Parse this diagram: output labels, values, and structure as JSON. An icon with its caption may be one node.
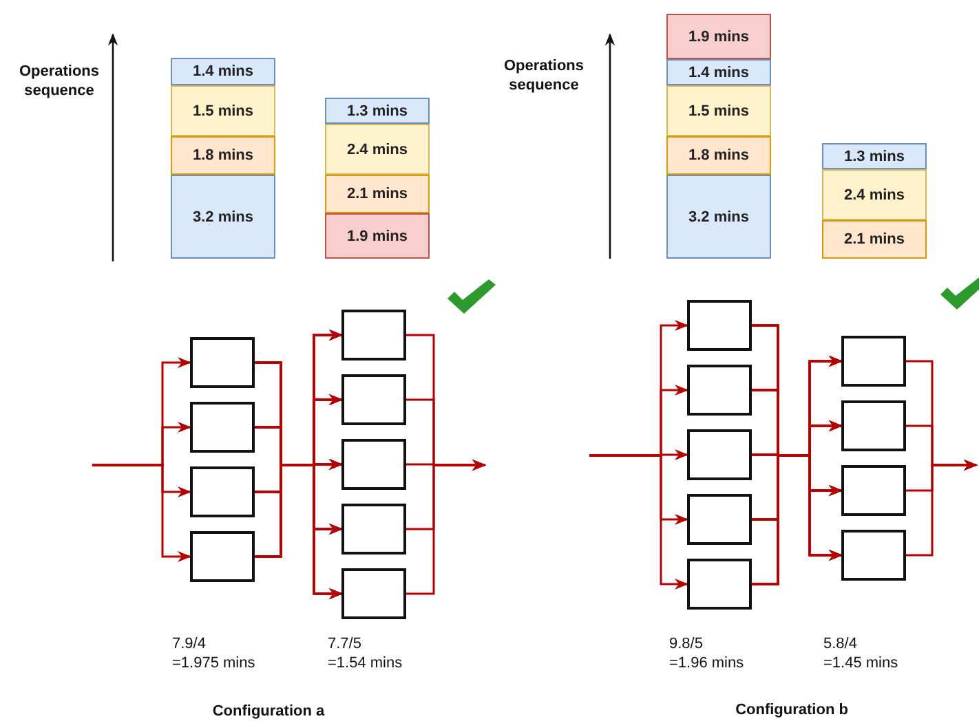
{
  "diagram": {
    "nodes": [
      {
        "text": [
          "1.4 mins"
        ]
      },
      {
        "text": [
          "1.5 mins"
        ]
      },
      {
        "text": [
          "1.8 mins"
        ]
      },
      {
        "text": [
          "3.2 mins"
        ]
      },
      {
        "text": [
          "1.3 mins"
        ]
      },
      {
        "text": [
          "2.4 mins"
        ]
      },
      {
        "text": [
          "2.1 mins"
        ]
      },
      {
        "text": [
          "1.9 mins"
        ]
      },
      {
        "text": [
          "1.9 mins"
        ]
      },
      {
        "text": [
          "1.4 mins"
        ]
      },
      {
        "text": [
          "1.5 mins"
        ]
      },
      {
        "text": [
          "1.8 mins"
        ]
      },
      {
        "text": [
          "3.2 mins"
        ]
      },
      {
        "text": [
          "1.3 mins"
        ]
      },
      {
        "text": [
          "2.4 mins"
        ]
      },
      {
        "text": [
          "2.1 mins"
        ]
      },
      {
        "text": [],
        "shape": "box"
      },
      {
        "text": [],
        "shape": "box"
      },
      {
        "text": [],
        "shape": "box"
      },
      {
        "text": [],
        "shape": "box"
      },
      {
        "text": [],
        "shape": "box"
      },
      {
        "text": [],
        "shape": "box"
      },
      {
        "text": [],
        "shape": "box"
      },
      {
        "text": [],
        "shape": "box"
      },
      {
        "text": [],
        "shape": "box"
      },
      {
        "text": [],
        "shape": "box"
      },
      {
        "text": [],
        "shape": "box"
      },
      {
        "text": [],
        "shape": "box"
      },
      {
        "text": [],
        "shape": "box"
      },
      {
        "text": [],
        "shape": "box"
      },
      {
        "text": [],
        "shape": "box"
      },
      {
        "text": [],
        "shape": "box"
      },
      {
        "text": [],
        "shape": "box"
      },
      {
        "text": [],
        "shape": "box"
      }
    ],
    "edges": [
      {
        "from": null,
        "to": 16,
        "arrow": "to"
      },
      {
        "from": null,
        "to": 17,
        "arrow": "to"
      },
      {
        "from": null,
        "to": 18,
        "arrow": "to"
      },
      {
        "from": null,
        "to": 19,
        "arrow": "to"
      },
      {
        "from": 16,
        "to": 20,
        "arrow": "to"
      },
      {
        "from": 16,
        "to": 21,
        "arrow": "to"
      },
      {
        "from": 16,
        "to": 22,
        "arrow": "to"
      },
      {
        "from": 16,
        "to": 23,
        "arrow": "to"
      },
      {
        "from": 16,
        "to": 24,
        "arrow": "to"
      },
      {
        "from": 17,
        "to": 20,
        "arrow": "to"
      },
      {
        "from": 17,
        "to": 21,
        "arrow": "to"
      },
      {
        "from": 17,
        "to": 22,
        "arrow": "to"
      },
      {
        "from": 17,
        "to": 23,
        "arrow": "to"
      },
      {
        "from": 17,
        "to": 24,
        "arrow": "to"
      },
      {
        "from": 18,
        "to": 20,
        "arrow": "to"
      },
      {
        "from": 18,
        "to": 21,
        "arrow": "to"
      },
      {
        "from": 18,
        "to": 22,
        "arrow": "to"
      },
      {
        "from": 18,
        "to": 23,
        "arrow": "to"
      },
      {
        "from": 18,
        "to": 24,
        "arrow": "to"
      },
      {
        "from": 19,
        "to": 20,
        "arrow": "to"
      },
      {
        "from": 19,
        "to": 21,
        "arrow": "to"
      },
      {
        "from": 19,
        "to": 22,
        "arrow": "to"
      },
      {
        "from": 19,
        "to": 23,
        "arrow": "to"
      },
      {
        "from": 19,
        "to": 24,
        "arrow": "to"
      },
      {
        "from": 20,
        "to": null,
        "arrow": "to"
      },
      {
        "from": 21,
        "to": null,
        "arrow": "to"
      },
      {
        "from": 22,
        "to": null,
        "arrow": "to"
      },
      {
        "from": 23,
        "to": null,
        "arrow": "to"
      },
      {
        "from": 24,
        "to": null,
        "arrow": "to"
      },
      {
        "from": null,
        "to": 25,
        "arrow": "to"
      },
      {
        "from": null,
        "to": 26,
        "arrow": "to"
      },
      {
        "from": null,
        "to": 27,
        "arrow": "to"
      },
      {
        "from": null,
        "to": 28,
        "arrow": "to"
      },
      {
        "from": null,
        "to": 29,
        "arrow": "to"
      },
      {
        "from": 25,
        "to": 30,
        "arrow": "to"
      },
      {
        "from": 25,
        "to": 31,
        "arrow": "to"
      },
      {
        "from": 25,
        "to": 32,
        "arrow": "to"
      },
      {
        "from": 25,
        "to": 33,
        "arrow": "to"
      },
      {
        "from": 26,
        "to": 30,
        "arrow": "to"
      },
      {
        "from": 26,
        "to": 31,
        "arrow": "to"
      },
      {
        "from": 26,
        "to": 32,
        "arrow": "to"
      },
      {
        "from": 26,
        "to": 33,
        "arrow": "to"
      },
      {
        "from": 27,
        "to": 30,
        "arrow": "to"
      },
      {
        "from": 27,
        "to": 31,
        "arrow": "to"
      },
      {
        "from": 27,
        "to": 32,
        "arrow": "to"
      },
      {
        "from": 27,
        "to": 33,
        "arrow": "to"
      },
      {
        "from": 28,
        "to": 30,
        "arrow": "to"
      },
      {
        "from": 28,
        "to": 31,
        "arrow": "to"
      },
      {
        "from": 28,
        "to": 32,
        "arrow": "to"
      },
      {
        "from": 28,
        "to": 33,
        "arrow": "to"
      },
      {
        "from": 29,
        "to": 30,
        "arrow": "to"
      },
      {
        "from": 29,
        "to": 31,
        "arrow": "to"
      },
      {
        "from": 29,
        "to": 32,
        "arrow": "to"
      },
      {
        "from": 29,
        "to": 33,
        "arrow": "to"
      },
      {
        "from": 30,
        "to": null,
        "arrow": "to"
      },
      {
        "from": 31,
        "to": null,
        "arrow": "to"
      },
      {
        "from": 32,
        "to": null,
        "arrow": "to"
      },
      {
        "from": 33,
        "to": null,
        "arrow": "to"
      }
    ],
    "labels": [
      "Operations sequence",
      "Operations sequence",
      "7.9/4 =1.975 mins",
      "7.7/5 =1.54 mins",
      "9.8/5 =1.96 mins",
      "5.8/4 =1.45 mins",
      "Configuration a",
      "Configuration b"
    ]
  }
}
